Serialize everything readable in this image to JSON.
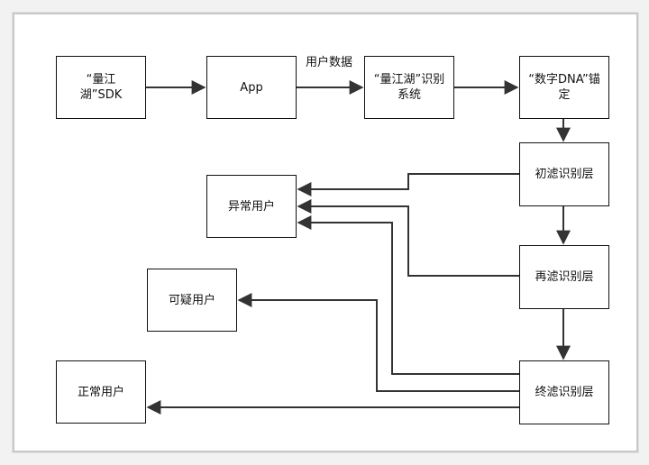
{
  "nodes": {
    "sdk": "“量江湖”SDK",
    "app": "App",
    "recognition_system": "“量江湖”识别系统",
    "dna_anchor": "“数字DNA”锚定",
    "initial_filter": "初滤识别层",
    "second_filter": "再滤识别层",
    "final_filter": "终滤识别层",
    "abnormal_user": "异常用户",
    "suspicious_user": "可疑用户",
    "normal_user": "正常用户"
  },
  "edge_labels": {
    "user_data": "用户数据"
  },
  "colors": {
    "line": "#333333",
    "border": "#111111",
    "background": "#ffffff"
  }
}
